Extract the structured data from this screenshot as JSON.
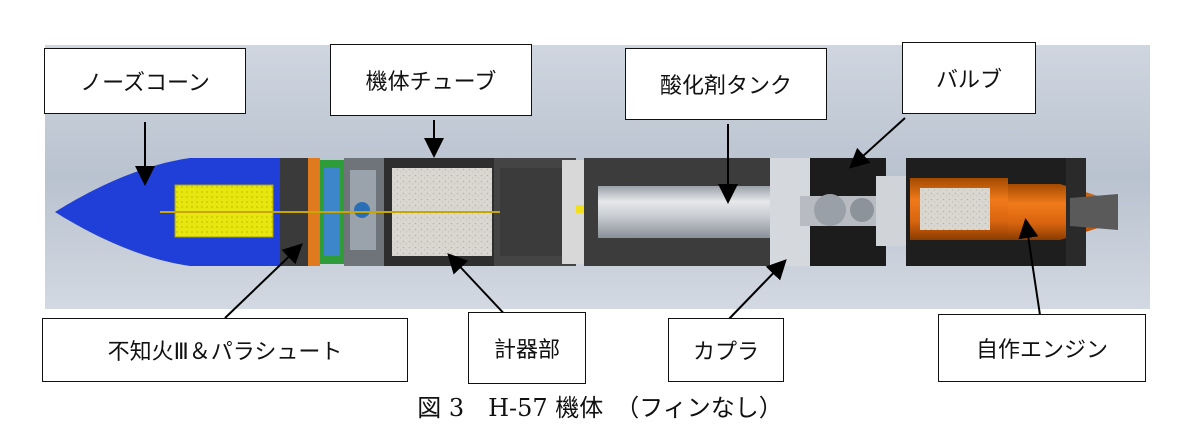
{
  "labels": {
    "nose_cone": "ノーズコーン",
    "body_tube": "機体チューブ",
    "oxidizer_tank": "酸化剤タンク",
    "valve": "バルブ",
    "payload_parachute": "不知火Ⅲ＆パラシュート",
    "instrument_section": "計器部",
    "coupler": "カプラ",
    "engine": "自作エンジン"
  },
  "caption": "図 3　H-57 機体　（フィンなし）"
}
